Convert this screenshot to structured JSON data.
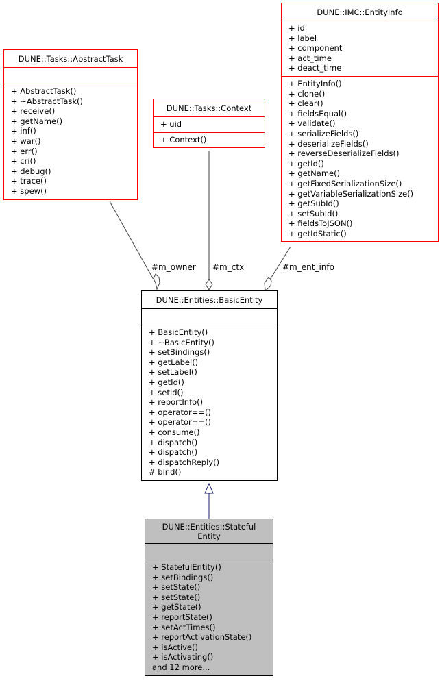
{
  "classes": {
    "abstract_task": {
      "title": "DUNE::Tasks::AbstractTask",
      "attributes": [],
      "methods": [
        "+ AbstractTask()",
        "+ ~AbstractTask()",
        "+ receive()",
        "+ getName()",
        "+ inf()",
        "+ war()",
        "+ err()",
        "+ cri()",
        "+ debug()",
        "+ trace()",
        "+ spew()"
      ]
    },
    "context": {
      "title": "DUNE::Tasks::Context",
      "attributes": [
        "+ uid"
      ],
      "methods": [
        "+ Context()"
      ]
    },
    "entity_info": {
      "title": "DUNE::IMC::EntityInfo",
      "attributes": [
        "+ id",
        "+ label",
        "+ component",
        "+ act_time",
        "+ deact_time"
      ],
      "methods": [
        "+ EntityInfo()",
        "+ clone()",
        "+ clear()",
        "+ fieldsEqual()",
        "+ validate()",
        "+ serializeFields()",
        "+ deserializeFields()",
        "+ reverseDeserializeFields()",
        "+ getId()",
        "+ getName()",
        "+ getFixedSerializationSize()",
        "+ getVariableSerializationSize()",
        "+ getSubId()",
        "+ setSubId()",
        "+ fieldsToJSON()",
        "+ getIdStatic()"
      ]
    },
    "basic_entity": {
      "title": "DUNE::Entities::BasicEntity",
      "attributes": [],
      "methods": [
        "+ BasicEntity()",
        "+ ~BasicEntity()",
        "+ setBindings()",
        "+ getLabel()",
        "+ setLabel()",
        "+ getId()",
        "+ setId()",
        "+ reportInfo()",
        "+ operator==()",
        "+ operator==()",
        "+ consume()",
        "+ dispatch()",
        "+ dispatch()",
        "+ dispatchReply()",
        "# bind()"
      ]
    },
    "stateful_entity": {
      "title_line1": "DUNE::Entities::Stateful",
      "title_line2": "Entity",
      "attributes": [],
      "methods": [
        "+ StatefulEntity()",
        "+ setBindings()",
        "+ setState()",
        "+ setState()",
        "+ getState()",
        "+ reportState()",
        "+ setActTimes()",
        "+ reportActivationState()",
        "+ isActive()",
        "+ isActivating()",
        "and 12 more..."
      ]
    }
  },
  "edge_labels": {
    "owner": "#m_owner",
    "ctx": "#m_ctx",
    "ent_info": "#m_ent_info"
  },
  "colors": {
    "class_border": "#ff0000",
    "focus_fill": "#bfbfbf",
    "inheritance_arrow": "#191970",
    "association_line": "#404040"
  }
}
